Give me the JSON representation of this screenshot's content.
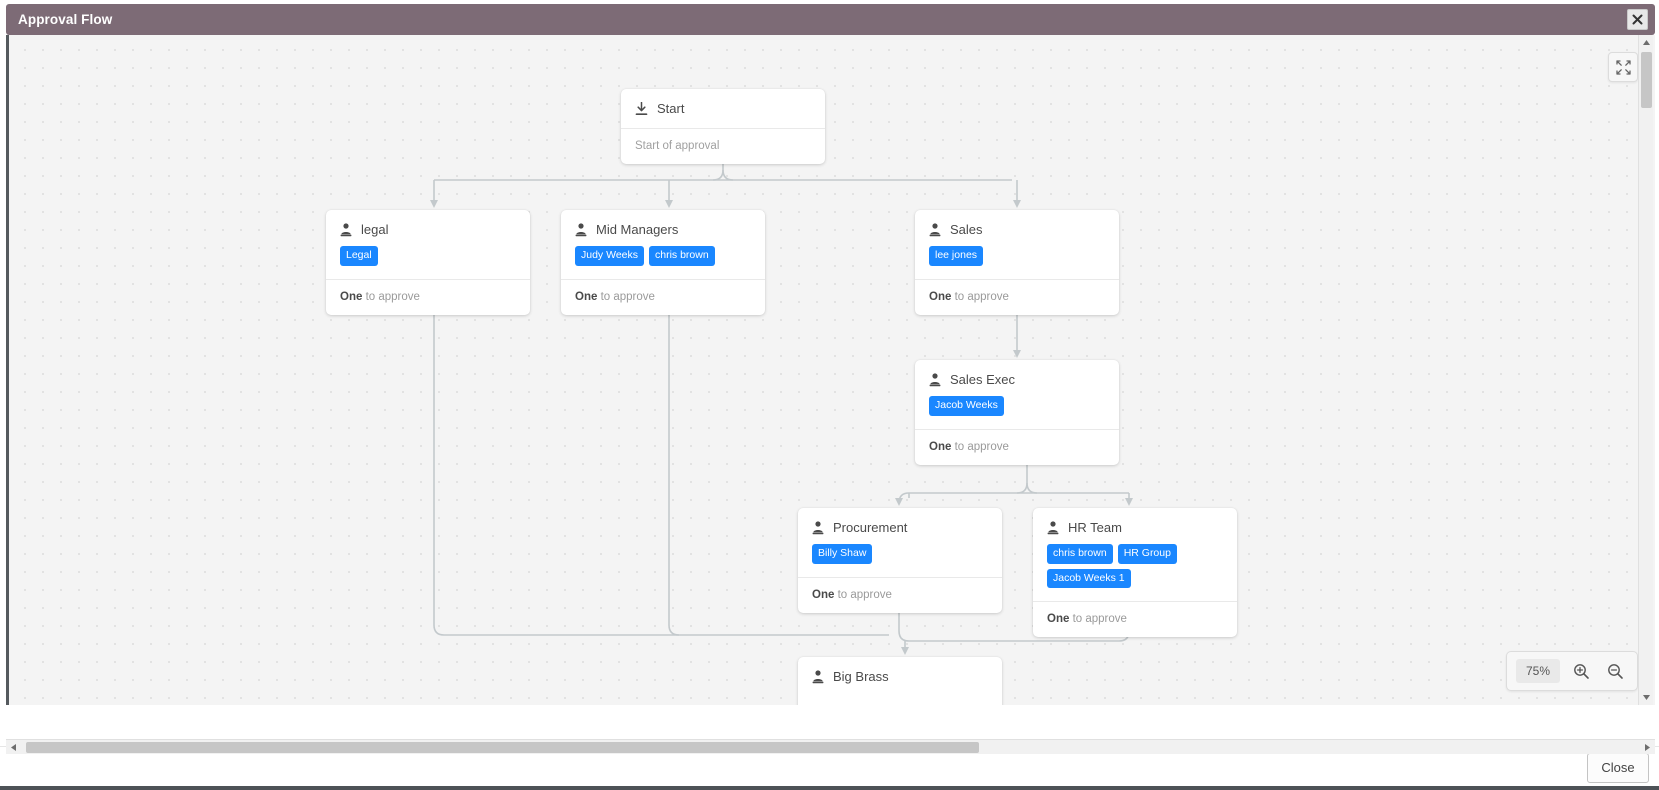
{
  "window": {
    "title": "Approval Flow",
    "close_icon": "close-x-icon"
  },
  "canvas": {
    "expand_icon": "expand-fullscreen-icon",
    "zoom": {
      "level": "75%",
      "zoom_in_icon": "zoom-in-icon",
      "zoom_out_icon": "zoom-out-icon"
    }
  },
  "flow": {
    "nodes": [
      {
        "id": "start",
        "title": "Start",
        "icon": "download-start-icon",
        "description": "Start of approval",
        "tags": [],
        "footer_bold": "",
        "footer_rest": ""
      },
      {
        "id": "legal",
        "title": "legal",
        "icon": "person-icon",
        "tags": [
          "Legal"
        ],
        "footer_bold": "One",
        "footer_rest": " to approve"
      },
      {
        "id": "mid-managers",
        "title": "Mid Managers",
        "icon": "person-icon",
        "tags": [
          "Judy Weeks",
          "chris brown"
        ],
        "footer_bold": "One",
        "footer_rest": " to approve"
      },
      {
        "id": "sales",
        "title": "Sales",
        "icon": "person-icon",
        "tags": [
          "lee jones"
        ],
        "footer_bold": "One",
        "footer_rest": " to approve"
      },
      {
        "id": "sales-exec",
        "title": "Sales Exec",
        "icon": "person-icon",
        "tags": [
          "Jacob Weeks"
        ],
        "footer_bold": "One",
        "footer_rest": " to approve"
      },
      {
        "id": "procurement",
        "title": "Procurement",
        "icon": "person-icon",
        "tags": [
          "Billy Shaw"
        ],
        "footer_bold": "One",
        "footer_rest": " to approve"
      },
      {
        "id": "hr-team",
        "title": "HR Team",
        "icon": "person-icon",
        "tags": [
          "chris brown",
          "HR Group",
          "Jacob Weeks 1"
        ],
        "footer_bold": "One",
        "footer_rest": " to approve"
      },
      {
        "id": "big-brass",
        "title": "Big Brass",
        "icon": "person-icon",
        "tags": [],
        "footer_bold": "",
        "footer_rest": ""
      }
    ]
  },
  "footer": {
    "close_label": "Close"
  },
  "colors": {
    "titlebar": "#7d6b76",
    "tag": "#1a87ff",
    "canvas": "#f4f4f4",
    "connector": "#c3c9cc"
  }
}
